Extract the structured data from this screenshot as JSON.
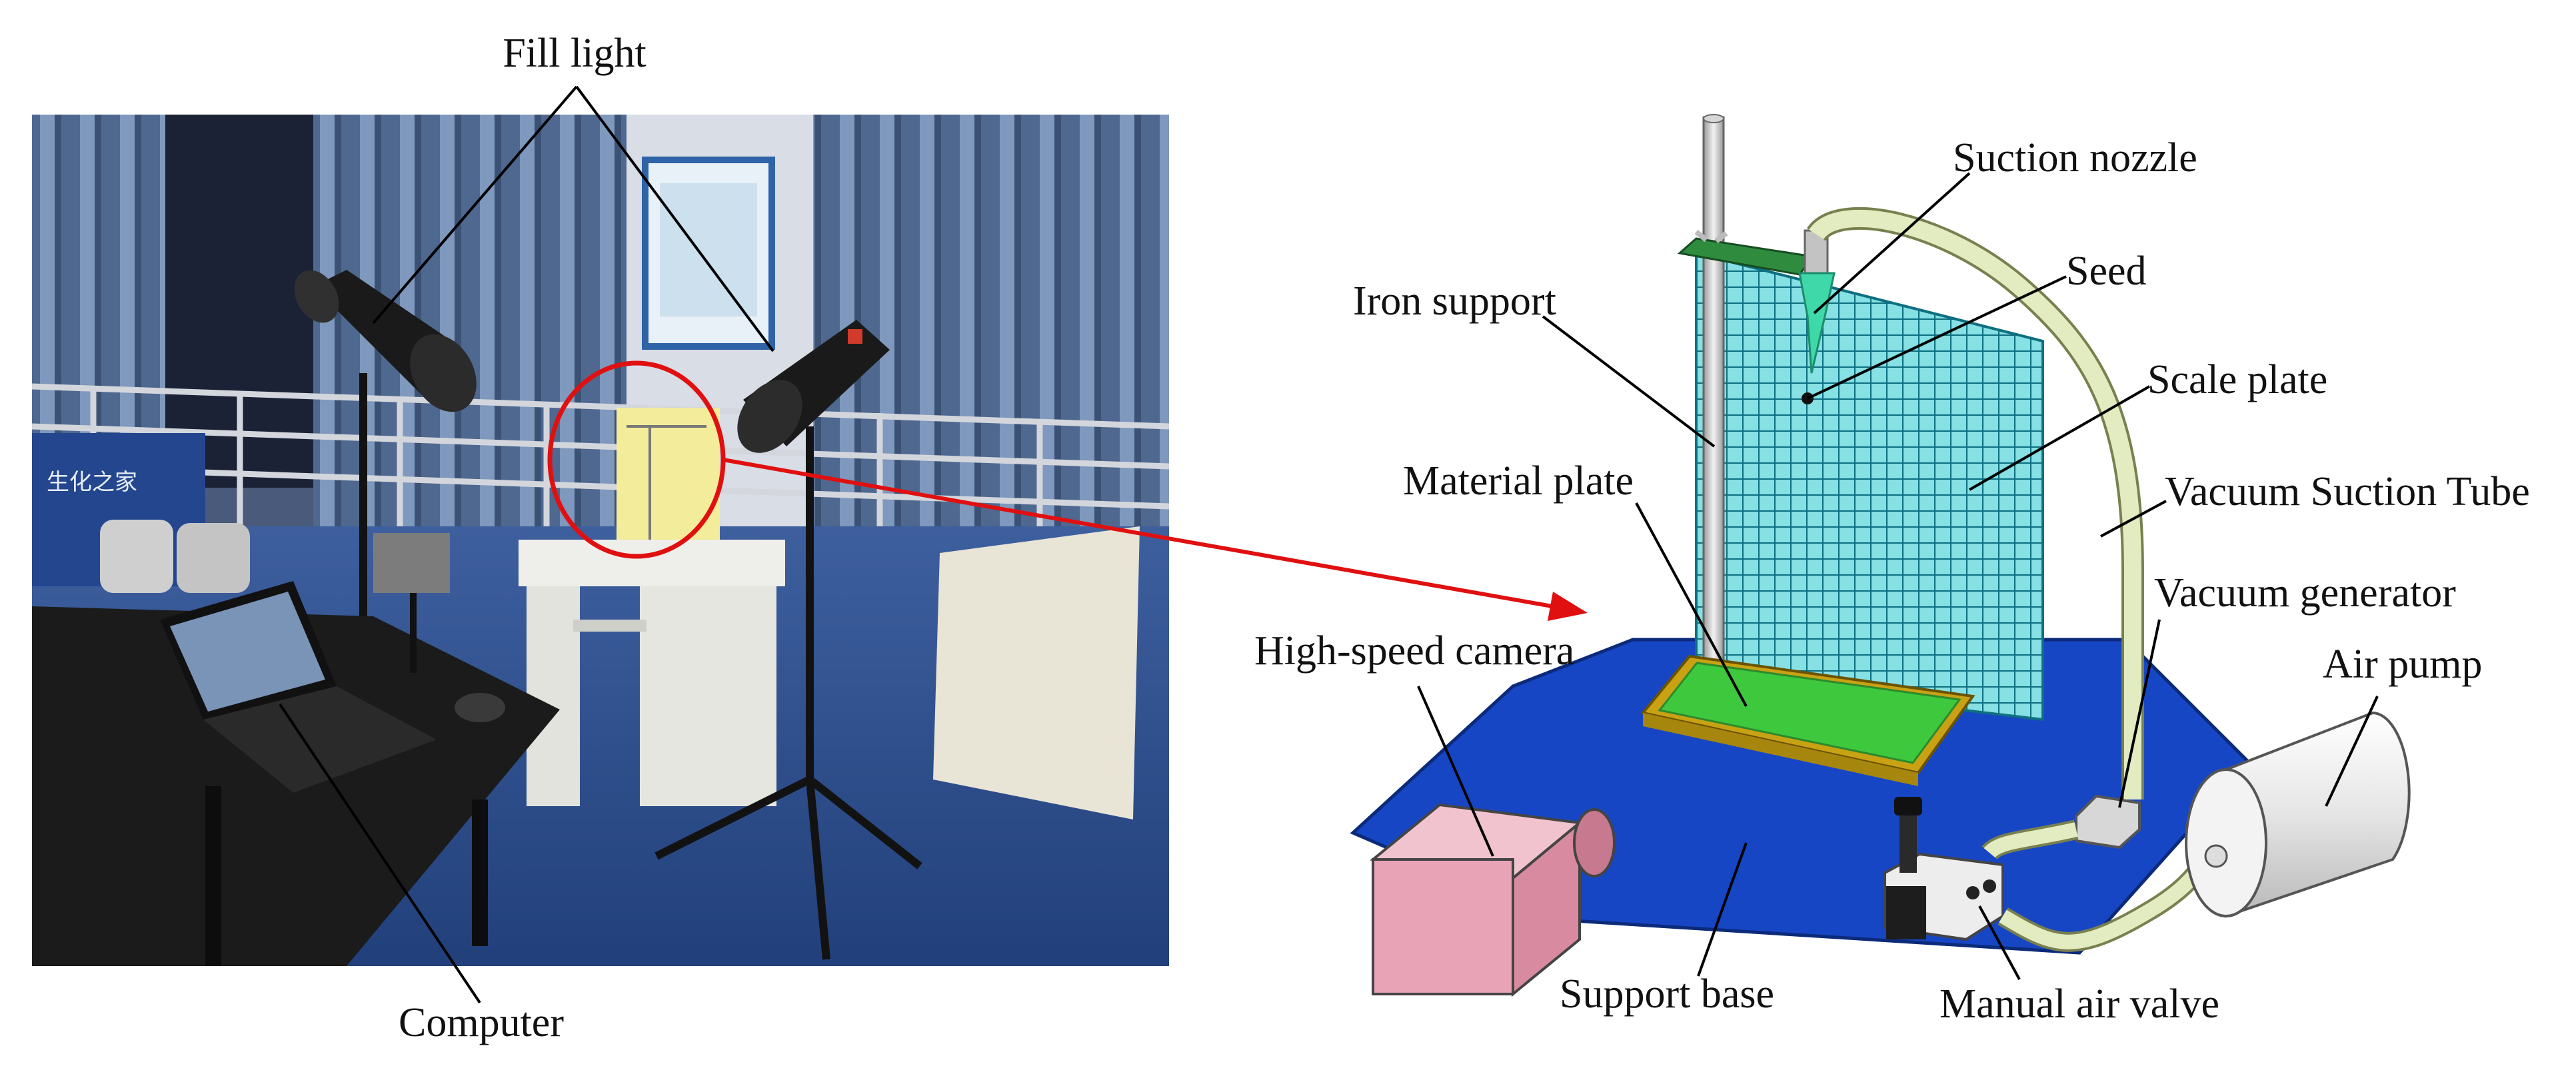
{
  "photo_labels": {
    "fill_light": "Fill light",
    "computer": "Computer"
  },
  "diagram_labels": {
    "suction_nozzle": "Suction nozzle",
    "seed": "Seed",
    "iron_support": "Iron support",
    "scale_plate": "Scale plate",
    "material_plate": "Material plate",
    "vacuum_suction_tube": "Vacuum Suction Tube",
    "vacuum_generator": "Vacuum generator",
    "high_speed_camera": "High-speed camera",
    "air_pump": "Air pump",
    "support_base": "Support base",
    "manual_air_valve": "Manual air valve"
  },
  "photo_sign_text": "生化之家",
  "colors": {
    "highlight_circle": "#e01010",
    "arrow": "#e01010",
    "support_base": "#1746c4",
    "material_plate": "#3ec83e",
    "material_frame": "#c9a214",
    "scale_plate": "#86e0e4",
    "scale_grid": "#0d6f80",
    "suction_nozzle": "#3fd9a9",
    "clamp": "#2f8c3e",
    "tube": "#e2ecc0",
    "camera": "#e8a3b6",
    "air_pump": "#e7e7e7"
  }
}
